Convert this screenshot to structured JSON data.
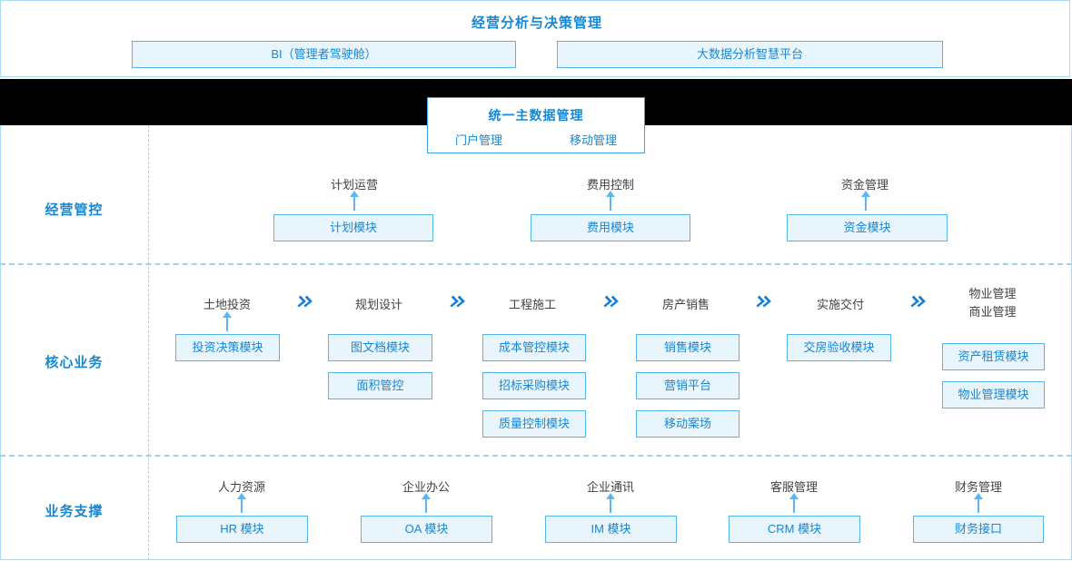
{
  "colors": {
    "primary_blue": "#1787d2",
    "box_fill": "#e9f5fd",
    "box_border": "#54b5ec",
    "caption_text": "#3e4246",
    "arrow_blue": "#5cb6f2",
    "chevron_blue": "#1a7fd5",
    "dashed_line": "#9ed2f1",
    "frame_border": "#addcf5",
    "band_black": "#000000"
  },
  "icons": {
    "chevron": "double-chevron-right-icon",
    "arrow": "arrow-up-icon"
  },
  "top": {
    "title": "经营分析与决策管理",
    "boxes": [
      {
        "label": "BI（管理者驾驶舱）"
      },
      {
        "label": "大数据分析智慧平台"
      }
    ]
  },
  "master": {
    "title": "统一主数据管理",
    "items": [
      {
        "label": "门户管理"
      },
      {
        "label": "移动管理"
      }
    ]
  },
  "rows": [
    {
      "label": "经营管控",
      "groups": [
        {
          "caption": "计划运营",
          "modules": [
            "计划模块"
          ]
        },
        {
          "caption": "费用控制",
          "modules": [
            "费用模块"
          ]
        },
        {
          "caption": "资金管理",
          "modules": [
            "资金模块"
          ]
        }
      ]
    },
    {
      "label": "核心业务",
      "stages": [
        {
          "caption": "土地投资",
          "modules": [
            "投资决策模块"
          ]
        },
        {
          "caption": "规划设计",
          "modules": [
            "图文档模块",
            "面积管控"
          ]
        },
        {
          "caption": "工程施工",
          "modules": [
            "成本管控模块",
            "招标采购模块",
            "质量控制模块"
          ]
        },
        {
          "caption": "房产销售",
          "modules": [
            "销售模块",
            "营销平台",
            "移动案场"
          ]
        },
        {
          "caption": "实施交付",
          "modules": [
            "交房验收模块"
          ]
        },
        {
          "caption": "物业管理",
          "caption2": "商业管理",
          "modules": [
            "资产租赁模块",
            "物业管理模块"
          ]
        }
      ]
    },
    {
      "label": "业务支撑",
      "groups": [
        {
          "caption": "人力资源",
          "modules": [
            "HR 模块"
          ]
        },
        {
          "caption": "企业办公",
          "modules": [
            "OA 模块"
          ]
        },
        {
          "caption": "企业通讯",
          "modules": [
            "IM 模块"
          ]
        },
        {
          "caption": "客服管理",
          "modules": [
            "CRM 模块"
          ]
        },
        {
          "caption": "财务管理",
          "modules": [
            "财务接口"
          ]
        }
      ]
    }
  ]
}
